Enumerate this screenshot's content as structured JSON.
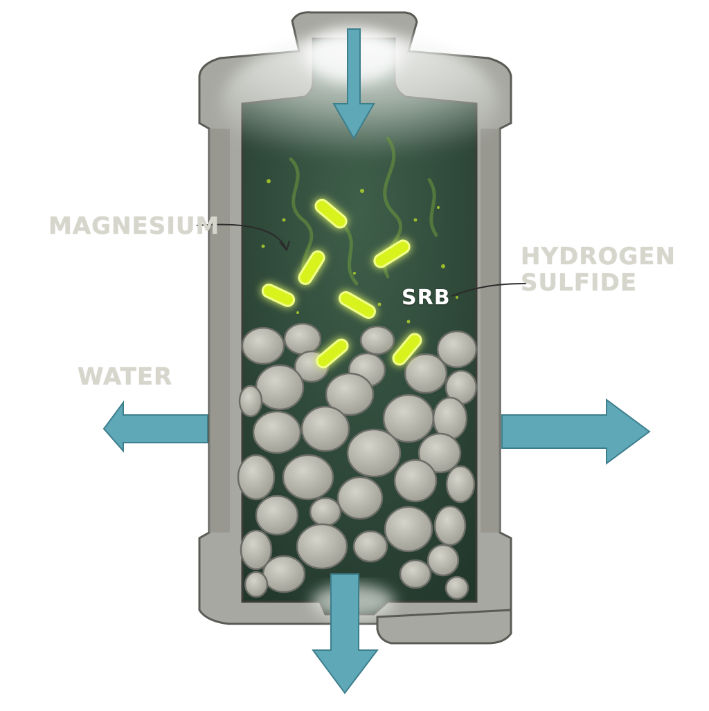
{
  "diagram": {
    "labels": {
      "magnesium": "MAGNESIUM",
      "hydrogen_sulfide": "HYDROGEN SULFIDE",
      "srb": "SRB",
      "water": "WATER"
    },
    "colors": {
      "shell": "#a7a8a1",
      "shell_dark": "#8a8b84",
      "chamber": "#2f4a3c",
      "bacteria_glow": "#d7f21f",
      "flow_arrow": "#5fa8b8",
      "pebble": "#b9b9ae",
      "label_gray": "#d6d6cc"
    },
    "icons": [
      "inlet-arrow-down-icon",
      "outlet-arrow-down-icon",
      "water-arrow-left-icon",
      "water-arrow-right-icon",
      "bacterium-icon",
      "pebble-icon"
    ]
  }
}
